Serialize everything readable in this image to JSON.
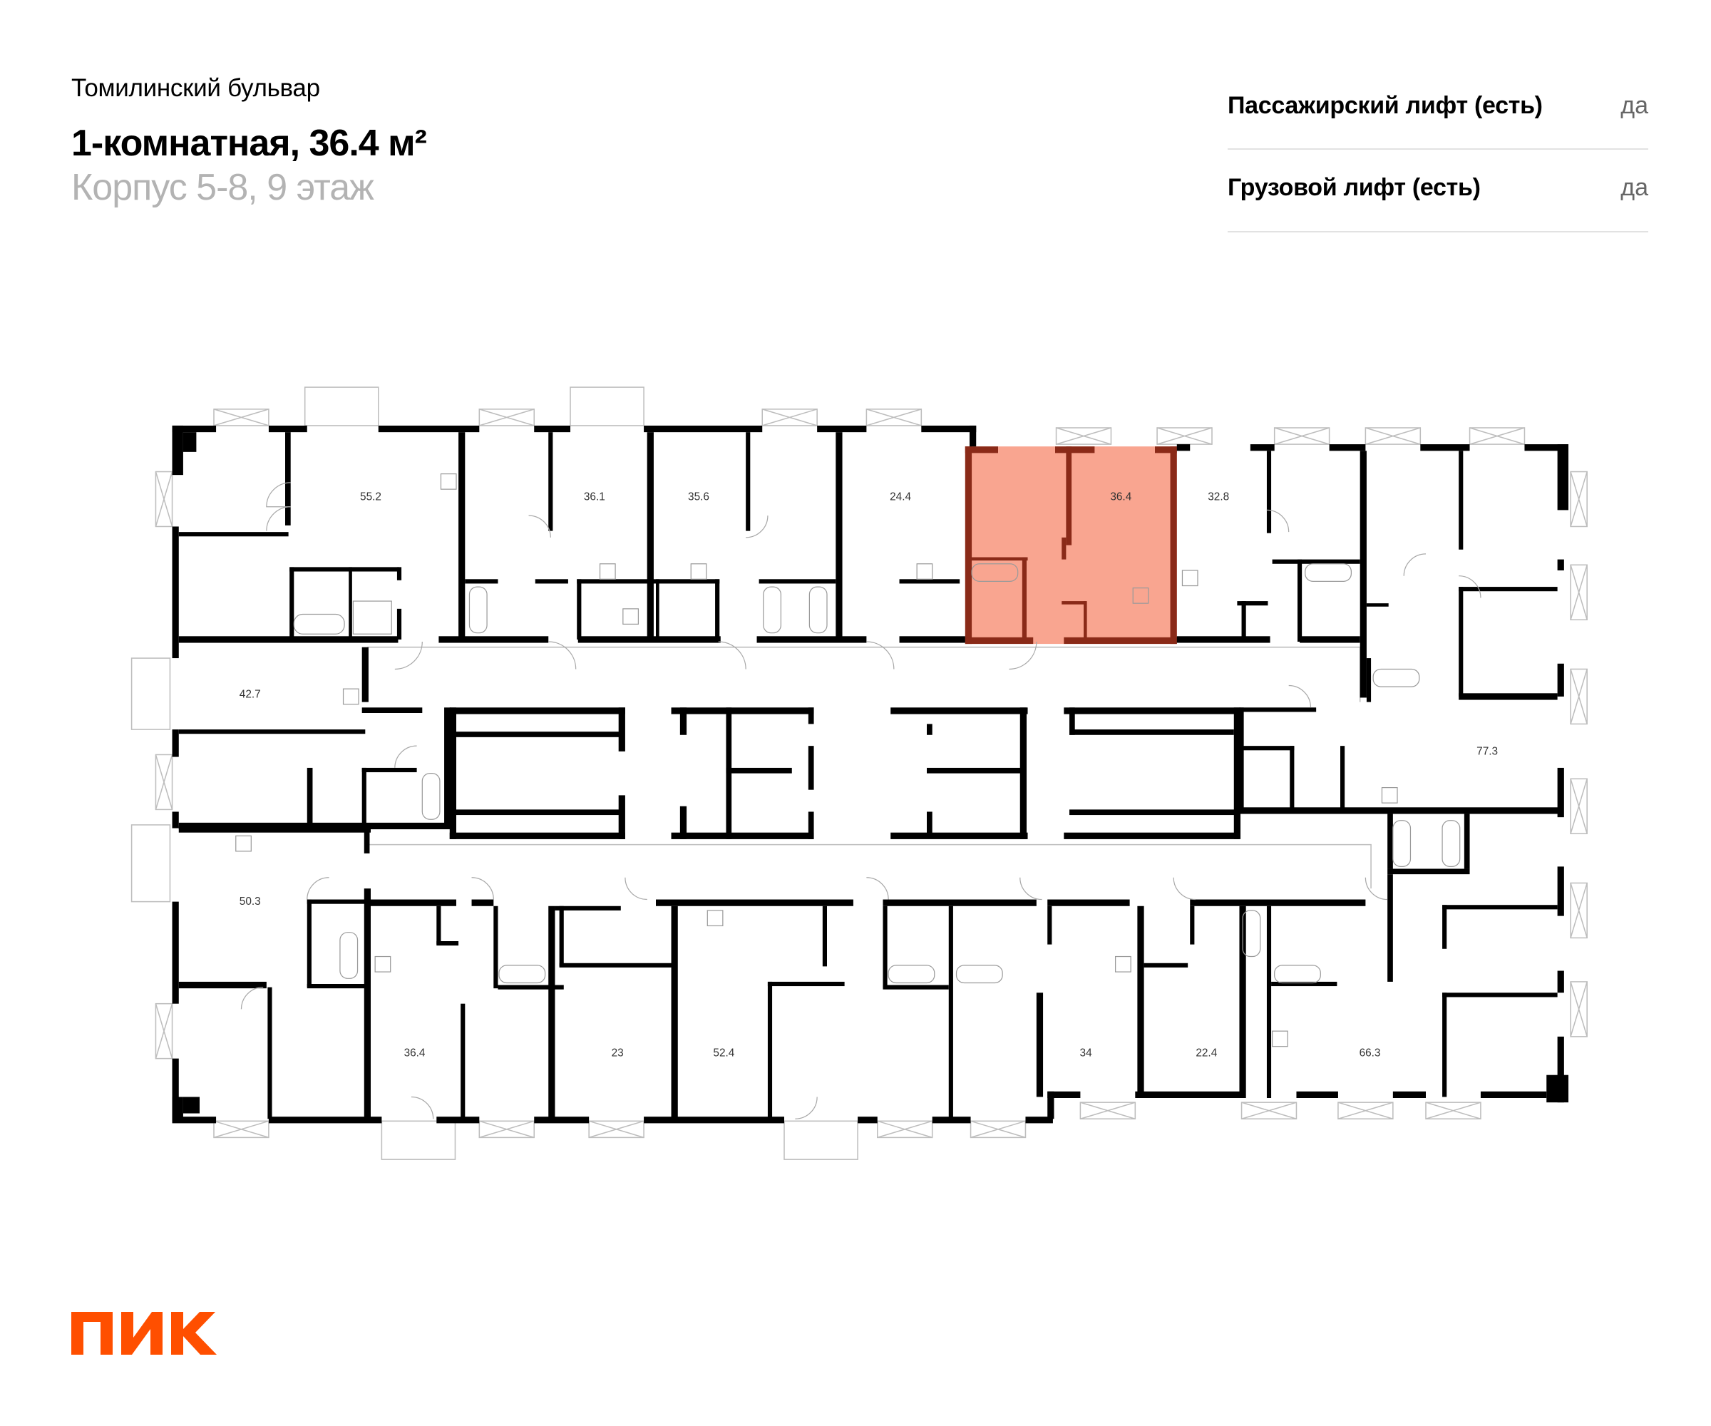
{
  "header": {
    "project_name": "Томилинский бульвар",
    "apartment_title": "1-комнатная, 36.4 м²",
    "building_floor": "Корпус 5-8, 9 этаж"
  },
  "properties": [
    {
      "label": "Пассажирский лифт (есть)",
      "value": "да"
    },
    {
      "label": "Грузовой лифт (есть)",
      "value": "да"
    }
  ],
  "floor_plan": {
    "highlight_color": "#f9a08a",
    "highlight_wall_color": "#8a2a18",
    "selected_apartment_area": "36.4",
    "apartments": [
      {
        "id": "a1",
        "area": "55.2"
      },
      {
        "id": "a2",
        "area": "36.1"
      },
      {
        "id": "a3",
        "area": "35.6"
      },
      {
        "id": "a4",
        "area": "24.4"
      },
      {
        "id": "a5",
        "area": "36.4",
        "selected": true
      },
      {
        "id": "a6",
        "area": "32.8"
      },
      {
        "id": "a7",
        "area": "42.7"
      },
      {
        "id": "a8",
        "area": "77.3"
      },
      {
        "id": "a9",
        "area": "50.3"
      },
      {
        "id": "a10",
        "area": "36.4"
      },
      {
        "id": "a11",
        "area": "23"
      },
      {
        "id": "a12",
        "area": "52.4"
      },
      {
        "id": "a13",
        "area": "34"
      },
      {
        "id": "a14",
        "area": "22.4"
      },
      {
        "id": "a15",
        "area": "66.3"
      }
    ]
  },
  "logo": {
    "text": "ПИК",
    "color": "#ff4f00"
  }
}
